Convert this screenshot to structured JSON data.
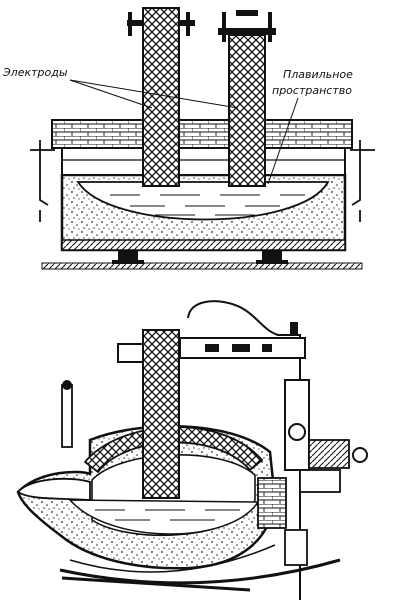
{
  "labels": {
    "electrodes": "Электроды",
    "melting_space_line1": "Плавильное",
    "melting_space_line2": "пространство"
  },
  "figure": {
    "views": [
      "top-cross-section",
      "bottom-tilted-section"
    ],
    "ink_color": "#111111",
    "refractory_color": "#d9d6cf",
    "background": "#ffffff"
  }
}
